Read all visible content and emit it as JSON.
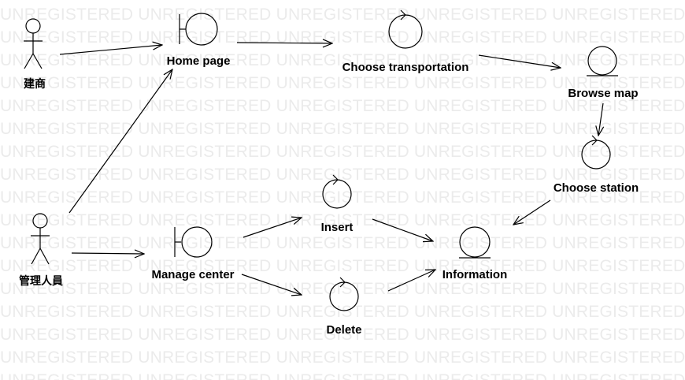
{
  "watermark": "UNREGISTERED UNREGISTERED UNREGISTERED UNREGISTERED UNREGISTERED",
  "actors": {
    "builder": "建商",
    "admin": "管理人員"
  },
  "boundaries": {
    "home_page": "Home page",
    "manage_center": "Manage center"
  },
  "controls": {
    "choose_transportation": "Choose transportation",
    "choose_station": "Choose station",
    "insert": "Insert",
    "delete": "Delete"
  },
  "entities": {
    "browse_map": "Browse map",
    "information": "Information"
  }
}
